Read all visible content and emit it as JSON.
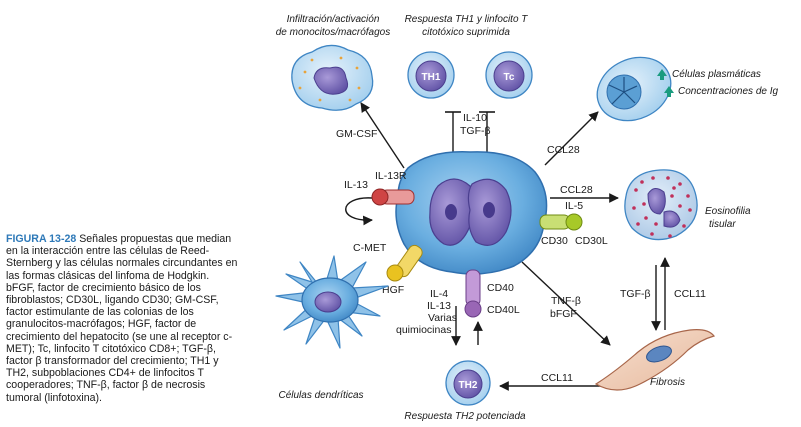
{
  "caption": {
    "figure_label": "FIGURA 13-28",
    "text": "Señales propuestas que median en la interacción entre las células de Reed-Sternberg y las células normales circundantes en las formas clásicas del linfoma de Hodgkin. bFGF, factor de crecimiento básico de los fibroblastos; CD30L, ligando CD30; GM-CSF, factor estimulante de las colonias de los granulocitos-macrófagos; HGF, factor de crecimiento del hepatocito (se une al receptor c-MET); Tc, linfocito T citotóxico CD8+; TGF-β, factor β transformador del crecimiento; TH1 y TH2, subpoblaciones CD4+ de linfocitos T cooperadores; TNF-β, factor β de necrosis tumoral (linfotoxina)."
  },
  "titles": {
    "macrophage_line1": "Infiltración/activación",
    "macrophage_line2": "de monocitos/macrófagos",
    "th1_tc_line1": "Respuesta TH1 y linfocito T",
    "th1_tc_line2": "citotóxico suprimida",
    "plasma_cells": "Células plasmáticas",
    "ig_concentrations": "Concentraciones de Ig",
    "eosinophilia_line1": "Eosinofilia",
    "eosinophilia_line2": "tisular",
    "dendritic": "Células dendríticas",
    "fibrosis": "Fibrosis",
    "th2_response": "Respuesta TH2 potenciada"
  },
  "cells": {
    "th1": "TH1",
    "tc": "Tc",
    "th2": "TH2"
  },
  "signals": {
    "gm_csf": "GM-CSF",
    "il10": "IL-10",
    "tgf_beta": "TGF-β",
    "ccl28_up": "CCL28",
    "ccl28_eos": "CCL28",
    "il5": "IL-5",
    "cd30": "CD30",
    "cd30l": "CD30L",
    "il13_receptor": "IL-13R",
    "il13": "IL-13",
    "cmet": "C-MET",
    "hgf": "HGF",
    "il4": "IL-4",
    "il13_low": "IL-13",
    "varias": "Varias",
    "quimiocinas": "quimiocinas",
    "cd40": "CD40",
    "cd40l": "CD40L",
    "tnf_beta": "TNF-β",
    "bfgf": "bFGF",
    "tgf_beta_fib": "TGF-β",
    "ccl11_right": "CCL11",
    "ccl11_bottom": "CCL11"
  },
  "colors": {
    "rs_cell": "#5b9fd4",
    "rs_nucleus": "#7467b4",
    "eosinophil_granule": "#c0305a",
    "arrow_up": "#1a9b7f",
    "figure_label": "#2e79b8",
    "receptor_red": "#cf4444",
    "receptor_yellow": "#e9c220",
    "receptor_green": "#a7c928",
    "receptor_purple": "#9966b5"
  },
  "icons": [
    "up-arrow-icon",
    "up-arrow-icon"
  ]
}
